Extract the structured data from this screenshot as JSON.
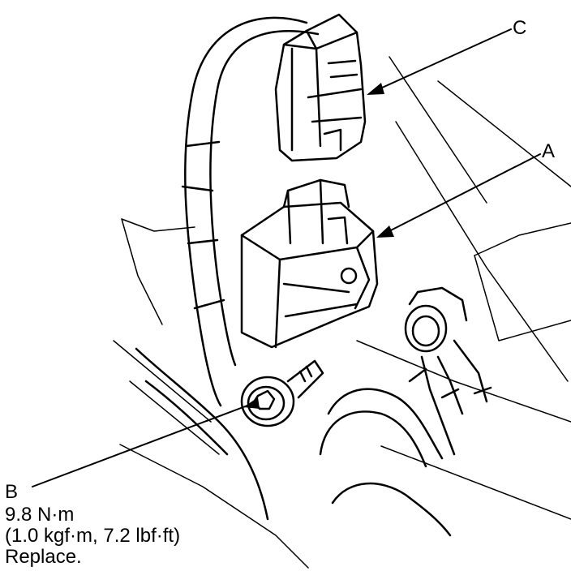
{
  "labels": {
    "a": "A",
    "b": "B",
    "c": "C"
  },
  "fastener_spec": {
    "torque_nm": "9.8 N·m",
    "torque_alt": "(1.0 kgf·m, 7.2 lbf·ft)",
    "note": "Replace."
  },
  "colors": {
    "line": "#000000",
    "background": "#ffffff"
  }
}
